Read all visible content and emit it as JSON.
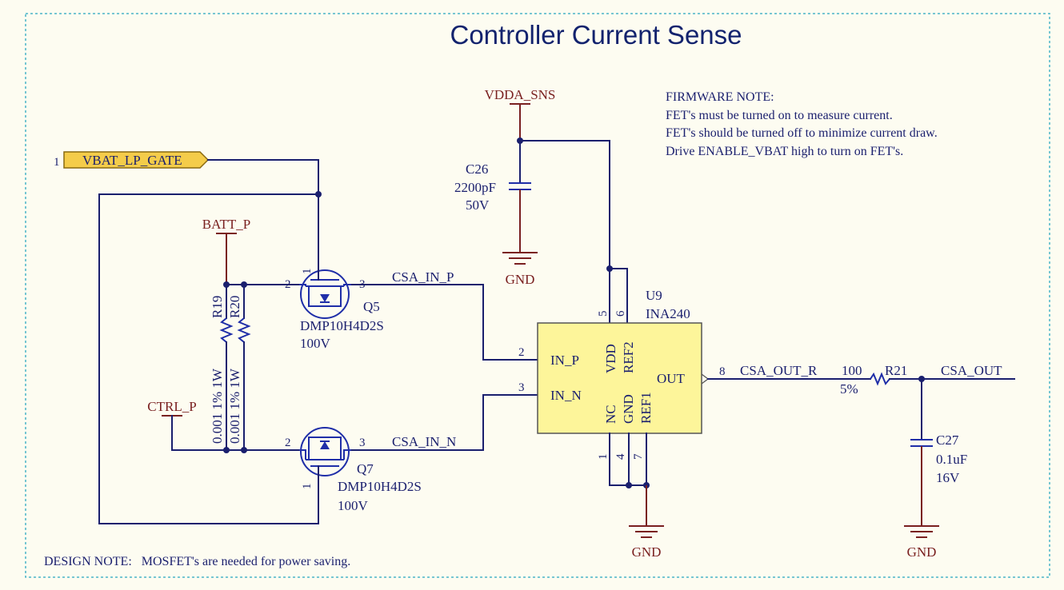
{
  "title": "Controller Current Sense",
  "firmware_note": {
    "heading": "FIRMWARE NOTE:",
    "lines": [
      "FET's must be turned on to measure current.",
      "FET's should be turned off to minimize current draw.",
      "Drive ENABLE_VBAT high to turn on FET's."
    ]
  },
  "design_note": "DESIGN NOTE:   MOSFET's are needed for power saving.",
  "ports": {
    "vbat_gate": {
      "pin": "1",
      "label": "VBAT_LP_GATE"
    }
  },
  "power": {
    "vdda": "VDDA_SNS",
    "batt": "BATT_P",
    "ctrl": "CTRL_P",
    "gnd": "GND"
  },
  "nets": {
    "csa_in_p": "CSA_IN_P",
    "csa_in_n": "CSA_IN_N",
    "csa_out_r": "CSA_OUT_R",
    "csa_out": "CSA_OUT"
  },
  "components": {
    "c26": {
      "ref": "C26",
      "value": "2200pF",
      "rating": "50V"
    },
    "c27": {
      "ref": "C27",
      "value": "0.1uF",
      "rating": "16V"
    },
    "r19": {
      "ref": "R19",
      "value": "0.001 1% 1W"
    },
    "r20": {
      "ref": "R20",
      "value": "0.001 1% 1W"
    },
    "r21": {
      "ref": "R21",
      "value": "100",
      "tolerance": "5%"
    },
    "q5": {
      "ref": "Q5",
      "part": "DMP10H4D2S",
      "rating": "100V",
      "pins": [
        "2",
        "3",
        "1"
      ]
    },
    "q7": {
      "ref": "Q7",
      "part": "DMP10H4D2S",
      "rating": "100V",
      "pins": [
        "2",
        "3",
        "1"
      ]
    },
    "u9": {
      "ref": "U9",
      "part": "INA240",
      "pin_labels": {
        "in_p": "IN_P",
        "in_n": "IN_N",
        "vdd": "VDD",
        "ref2": "REF2",
        "out": "OUT",
        "nc": "NC",
        "gnd": "GND",
        "ref1": "REF1"
      },
      "pin_numbers": {
        "in_p": "2",
        "in_n": "3",
        "p5": "5",
        "p6": "6",
        "out": "8",
        "p1": "1",
        "p4": "4",
        "p7": "7"
      }
    }
  },
  "colors": {
    "background": "#fdfcf1",
    "wire": "#1a1f6e",
    "power": "#7a2020",
    "component_body": "#fdf59a",
    "port_fill": "#f4cc4a",
    "border": "#4ab4c8"
  }
}
